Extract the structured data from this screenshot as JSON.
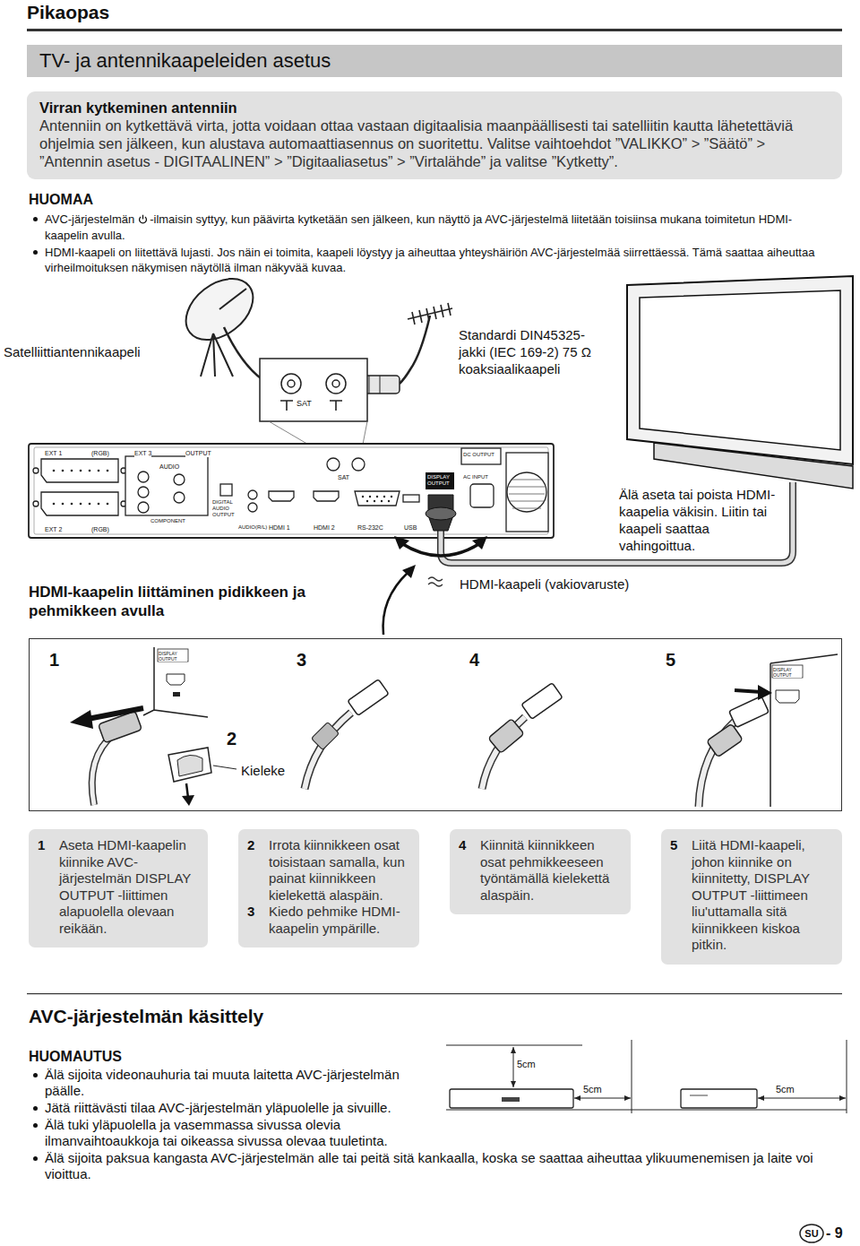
{
  "diagram": {
    "title": "TV- ja antennikaapeleiden asetus",
    "nodes": [
      {
        "text": [
          "Virran kytkeminen antenniin",
          "Antenniin on kytkettävä virta, jotta voidaan ottaa vastaan digitaalisia maanpäällisesti tai satelliitin kautta lähetettäviä ohjelmia sen jälkeen, kun alustava automaattiasennus on suoritettu. Valitse vaihtoehdot ”VALIKKO” > ”Säätö” > ”Antennin asetus - DIGITAALINEN” > ”Digitaaliasetus” > ”Virtalähde” ja valitse ”Kytketty”."
        ]
      },
      {
        "text": [
          "1",
          "3",
          "4",
          "5",
          "2",
          "Kieleke"
        ]
      },
      {
        "text": [
          "1",
          "Aseta HDMI-kaapelin kiinnike AVC-järjestelmän DISPLAY OUTPUT -liittimen alapuolella olevaan reikään."
        ]
      },
      {
        "text": [
          "2",
          "Irrota kiinnikkeen osat toisistaan samalla, kun painat kiinnikkeen kielekettä alaspäin.",
          "3",
          "Kiedo pehmike HDMI-kaapelin ympärille."
        ]
      },
      {
        "text": [
          "4",
          "Kiinnitä kiinnikkeen osat pehmikkeeseen työntämällä kielekettä alaspäin."
        ]
      },
      {
        "text": [
          "5",
          "Liitä HDMI-kaapeli, johon kiinnike on kiinnitetty, DISPLAY OUTPUT -liittimeen liu'uttamalla sitä kiinnikkeen kiskoa pitkin."
        ]
      }
    ],
    "labels": [
      "Pikaopas",
      "HUOMAA",
      "AVC-järjestelmän",
      "-ilmaisin syttyy, kun päävirta kytketään sen jälkeen, kun näyttö ja AVC-järjestelmä liitetään toisiinsa mukana toimitetun HDMI-kaapelin avulla.",
      "HDMI-kaapeli on liitettävä lujasti. Jos näin ei toimita, kaapeli löystyy ja aiheuttaa yhteyshäiriön AVC-järjestelmää siirrettäessä. Tämä saattaa aiheuttaa virheilmoituksen näkymisen näytöllä ilman näkyvää kuvaa.",
      "Satelliittiantennikaapeli",
      "Standardi DIN45325-jakki (IEC 169-2) 75 Ω koaksiaalikaapeli",
      "SAT",
      "Älä aseta tai poista HDMI-kaapelia väkisin. Liitin tai kaapeli saattaa vahingoittua.",
      "HDMI-kaapelin liittäminen pidikkeen ja pehmikkeen avulla",
      "HDMI-kaapeli (vakiovaruste)",
      "AVC-järjestelmän käsittely",
      "HUOMAUTUS",
      "Älä sijoita videonauhuria tai muuta laitetta AVC-järjestelmän päälle.",
      "Jätä riittävästi tilaa AVC-järjestelmän yläpuolelle ja sivuille.",
      "Älä tuki yläpuolella ja vasemmassa sivussa olevia ilmanvaihtoaukkoja tai oikeassa sivussa olevaa tuuletinta.",
      "Älä sijoita paksua kangasta AVC-järjestelmän alle tai peitä sitä kankaalla, koska se saattaa aiheuttaa ylikuumenemisen ja laite voi vioittua.",
      "5cm",
      "5cm",
      "5cm",
      "SU",
      "- 9",
      "EXT 1",
      "(RGB)",
      "EXT 2",
      "(RGB)",
      "EXT 3",
      "OUTPUT",
      "AUDIO",
      "COMPONENT",
      "DIGITAL AUDIO OUTPUT",
      "AUDIO(R/L)",
      "HDMI 1",
      "HDMI 2",
      "SAT",
      "RS-232C",
      "USB",
      "DISPLAY OUTPUT",
      "DC OUTPUT",
      "AC INPUT",
      "DISPLAY OUTPUT",
      "DISPLAY OUTPUT"
    ]
  }
}
